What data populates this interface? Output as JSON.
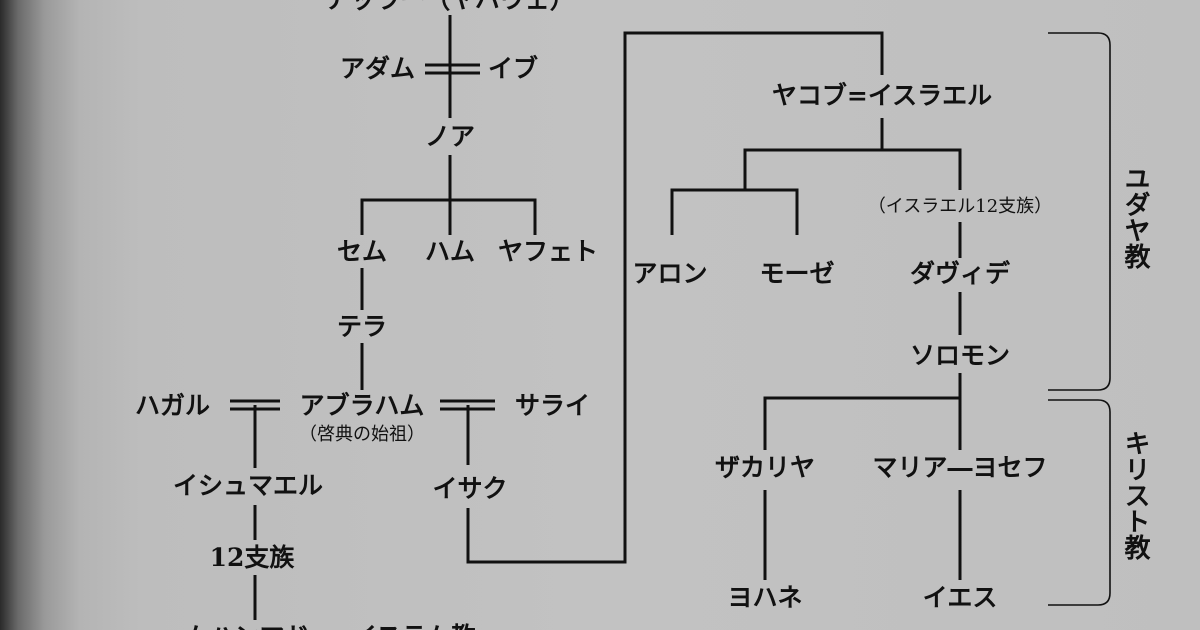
{
  "top": "アッラー（ヤハウェ）",
  "adam": "アダム",
  "eve": "イブ",
  "noah": "ノア",
  "shem": "セム",
  "ham": "ハム",
  "japheth": "ヤフェト",
  "terah": "テラ",
  "hagar": "ハガル",
  "abraham": "アブラハム",
  "abraham_note": "（啓典の始祖）",
  "sarai": "サライ",
  "ishmael": "イシュマエル",
  "tribes12": "12支族",
  "bottom": "ムハンマド — イスラム教",
  "isaac": "イサク",
  "jacob": "ヤコブ=イスラエル",
  "aaron": "アロン",
  "moses": "モーゼ",
  "israel12": "（イスラエル12支族）",
  "david": "ダヴィデ",
  "solomon": "ソロモン",
  "zechariah": "ザカリヤ",
  "mary_joseph": "マリア―ヨセフ",
  "john": "ヨハネ",
  "jesus": "イエス",
  "judaism": "ユダヤ教",
  "christianity": "キリスト教"
}
